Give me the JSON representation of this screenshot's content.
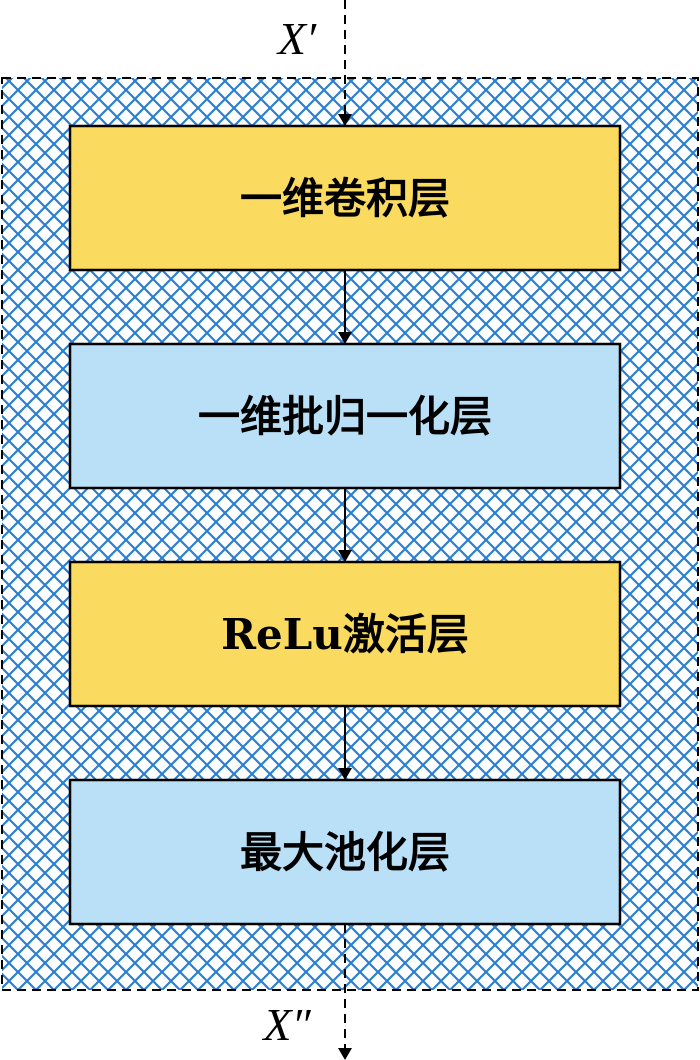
{
  "diagram": {
    "input_label": "X′",
    "output_label": "X″",
    "layers": [
      {
        "label": "一维卷积层",
        "color": "#fadb5f"
      },
      {
        "label": "一维批归一化层",
        "color": "#b9e0f7"
      },
      {
        "label": "ReLu激活层",
        "color": "#fadb5f"
      },
      {
        "label": "最大池化层",
        "color": "#b9e0f7"
      }
    ],
    "background_pattern_color": "#2b7fd0",
    "border_style": "dashed"
  }
}
